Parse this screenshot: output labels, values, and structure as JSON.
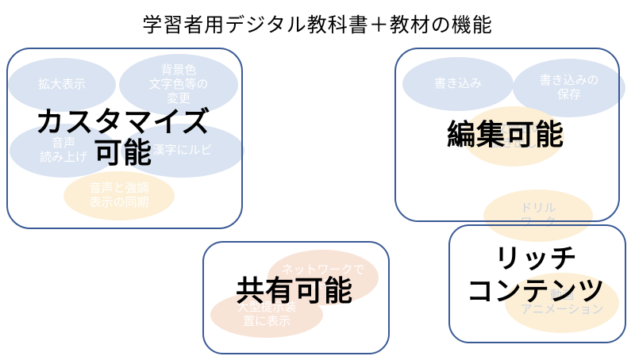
{
  "title": "学習者用デジタル教科書＋教材の機能",
  "colors": {
    "border": "#3a5a96",
    "ellipse-blue": "#dae3f1",
    "ellipse-yellow": "#fcefd6",
    "ellipse-pink": "#f8e3d7",
    "label-white": "#ffffff",
    "label-gray": "#ccd3e0",
    "heading": "#000000"
  },
  "groups": {
    "customize": {
      "label": "カスタマイズ\n可能",
      "ellipses": {
        "enlarge": "拡大表示",
        "color_change": "背景色\n文字色等の\n変更",
        "tts": "音声\n読み上げ",
        "ruby": "漢字にルビ",
        "sync": "音声と強調\n表示の同期"
      }
    },
    "edit": {
      "label": "編集可能",
      "ellipses": {
        "write": "書き込み",
        "save": "書き込みの\n保存",
        "extract": "本文図表の\n抜き出し"
      }
    },
    "share": {
      "label": "共有可能",
      "ellipses": {
        "network": "ネットワークで\n共有",
        "display": "大型提示装\n置に表示"
      }
    },
    "rich": {
      "label": "リッチ\nコンテンツ",
      "ellipses": {
        "drill": "ドリル\nワーク",
        "video": "動画\nアニメーション"
      }
    }
  }
}
